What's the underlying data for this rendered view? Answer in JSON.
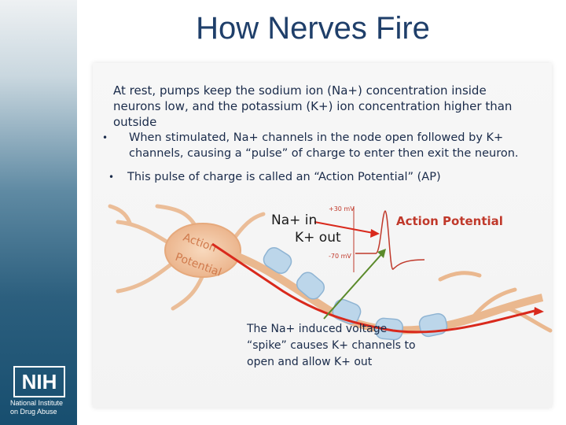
{
  "slide": {
    "title": "How Nerves Fire",
    "intro_text": "At rest, pumps keep the sodium ion (Na+) concentration inside neurons low, and the potassium (K+) ion concentration higher than outside",
    "bullets": [
      {
        "marker": "•",
        "text": "When stimulated, Na+ channels in the node open followed by K+ channels, causing a “pulse” of charge to enter then exit the neuron."
      },
      {
        "marker": "•",
        "text": "This pulse of charge is called an “Action Potential” (AP)"
      }
    ]
  },
  "diagram": {
    "na_in": "Na+ in",
    "k_out": "K+ out",
    "action_potential": "Action Potential",
    "voltage_top": "+30 mV",
    "voltage_bottom": "-70 mV",
    "neuron_text_line1": "Action",
    "neuron_text_line2": "Potential",
    "spike_note": "The Na+ induced voltage “spike” causes K+ channels to open and allow K+ out",
    "colors": {
      "arrow_red": "#d9291c",
      "arrow_green": "#5a8a2a",
      "trace": "#c0392b",
      "neuron": "#f3c9a5"
    }
  },
  "logo": {
    "mark": "NIH",
    "line1": "National Institute",
    "line2": "on Drug Abuse"
  }
}
